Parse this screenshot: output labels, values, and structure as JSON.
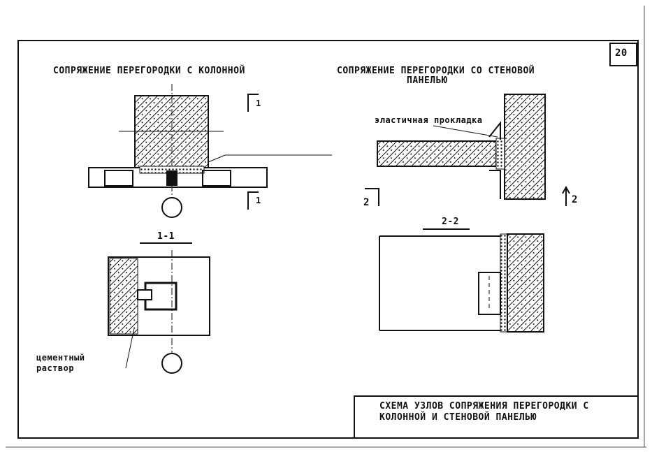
{
  "sheet_number": "20",
  "left_detail": {
    "title": "СОПРЯЖЕНИЕ ПЕРЕГОРОДКИ С КОЛОННОЙ",
    "section_mark_top": "1",
    "section_mark_bottom": "1"
  },
  "right_detail": {
    "title_line1": "СОПРЯЖЕНИЕ ПЕРЕГОРОДКИ СО СТЕНОВОЙ",
    "title_line2": "ПАНЕЛЬЮ",
    "label_gasket": "эластичная прокладка",
    "section_mark_left": "2",
    "section_mark_right": "2"
  },
  "section_1_1": {
    "title": "1-1",
    "label_line1": "цементный",
    "label_line2": "раствор"
  },
  "section_2_2": {
    "title": "2-2"
  },
  "title_block": {
    "line1": "СХЕМА УЗЛОВ СОПРЯЖЕНИЯ ПЕРЕГОРОДКИ С",
    "line2": "КОЛОННОЙ И СТЕНОВОЙ ПАНЕЛЬЮ"
  }
}
